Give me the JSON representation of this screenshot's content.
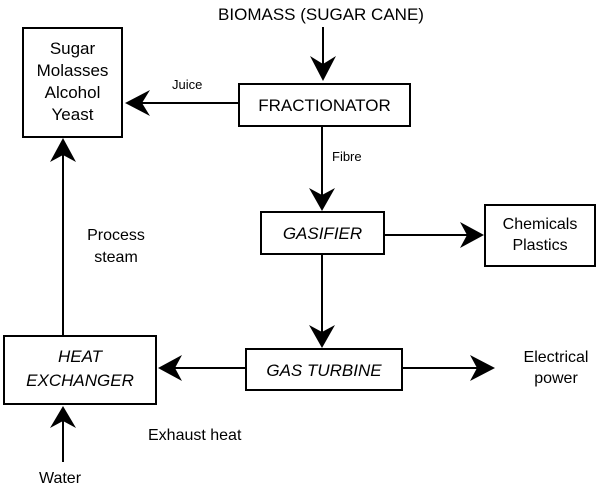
{
  "diagram": {
    "input_label": "BIOMASS (SUGAR CANE)",
    "nodes": {
      "products": {
        "lines": [
          "Sugar",
          "Molasses",
          "Alcohol",
          "Yeast"
        ]
      },
      "fractionator": {
        "label": "FRACTIONATOR"
      },
      "gasifier": {
        "label": "GASIFIER"
      },
      "chemicals": {
        "lines": [
          "Chemicals",
          "Plastics"
        ]
      },
      "gas_turbine": {
        "label": "GAS TURBINE"
      },
      "heat_exchanger": {
        "lines": [
          "HEAT",
          "EXCHANGER"
        ]
      }
    },
    "edge_labels": {
      "juice": "Juice",
      "fibre": "Fibre",
      "process_steam": [
        "Process",
        "steam"
      ],
      "electrical_power": [
        "Electrical",
        "power"
      ],
      "exhaust_heat": "Exhaust heat",
      "water": "Water"
    },
    "colors": {
      "ink": "#000000",
      "background": "#ffffff"
    }
  }
}
